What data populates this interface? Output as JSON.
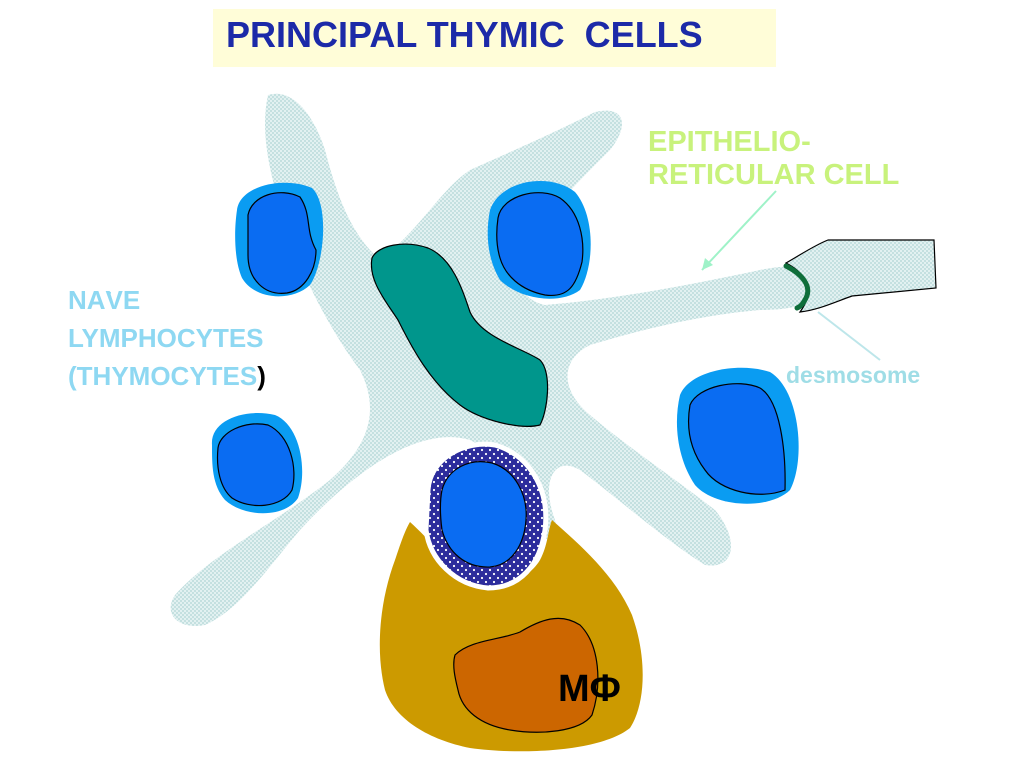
{
  "title": "PRINCIPAL THYMIC  CELLS",
  "labels": {
    "epithelio_line1": "EPITHELIO-",
    "epithelio_line2": "RETICULAR CELL",
    "lymph_line1": "NA͘VE",
    "lymph_line2": "LYMPHOCYTES",
    "lymph_line3": "(THYMOCYTES",
    "lymph_paren": ")",
    "desmosome": "desmosome",
    "macrophage": "MΦ"
  },
  "colors": {
    "title_text": "#1c2aa8",
    "title_background": "#fffdd8",
    "epithelio_label": "#c8f27c",
    "lymph_label": "#8ed8f2",
    "desmosome_label": "#9fdde6",
    "epithelial_fill": "#d4ebeb",
    "lymphocyte_halo": "#0a9cf2",
    "lymphocyte_nucleus": "#0a6cf2",
    "teal_cell": "#00968c",
    "macrophage_body": "#cc9a00",
    "macrophage_nucleus": "#cc6600",
    "phagocytosed_cell": "#2c2c9c",
    "desmosome_mark": "#0e6e3a"
  }
}
